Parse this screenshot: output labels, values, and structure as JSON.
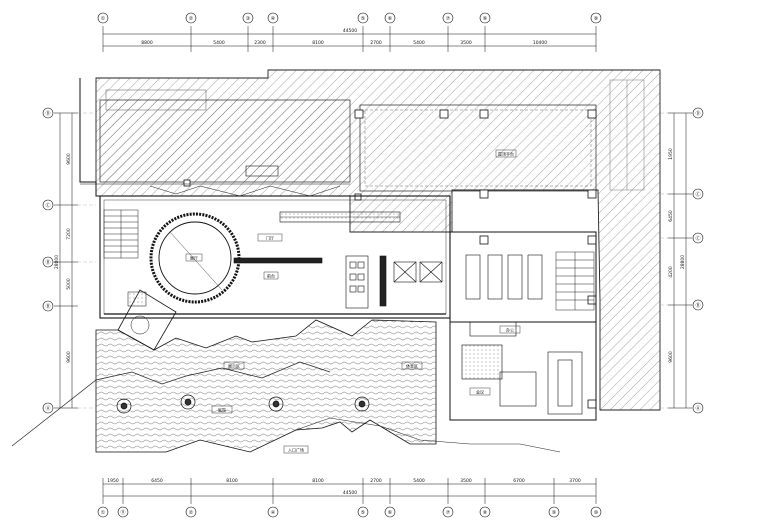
{
  "axes_top": [
    "①",
    "②",
    "③",
    "④",
    "⑤",
    "⑥",
    "⑦",
    "⑧",
    "⑨"
  ],
  "axes_bottom": [
    "①",
    "⑪",
    "②",
    "④",
    "⑤",
    "⑥",
    "⑦",
    "⑧",
    "⑨",
    "⑩"
  ],
  "axes_left": [
    "Ⓓ",
    "Ⓒ",
    "Ⓑ",
    "Ⓐ"
  ],
  "axes_right": [
    "Ⓓ",
    "Ⓒ",
    "Ⓑ",
    "Ⓐ"
  ],
  "dims_top_total": "44500",
  "dims_top": [
    "8800",
    "5400",
    "2300",
    "8100",
    "2700",
    "5400",
    "3500",
    "10400"
  ],
  "dims_bottom_total": "44500",
  "dims_bottom": [
    "1950",
    "6450",
    "8100",
    "8100",
    "2700",
    "5400",
    "3500",
    "6700",
    "3700"
  ],
  "dims_left": [
    "9600",
    "7200",
    "5000",
    "9600"
  ],
  "dims_left_total": "28800",
  "dims_right": [
    "1950",
    "6450",
    "4200",
    "9600"
  ],
  "dims_right_total": "28800",
  "room_labels": [
    "屋顶平台",
    "门厅",
    "展示区",
    "办公",
    "会议",
    "前台",
    "展厅",
    "休息区",
    "庭院",
    "入口广场"
  ]
}
